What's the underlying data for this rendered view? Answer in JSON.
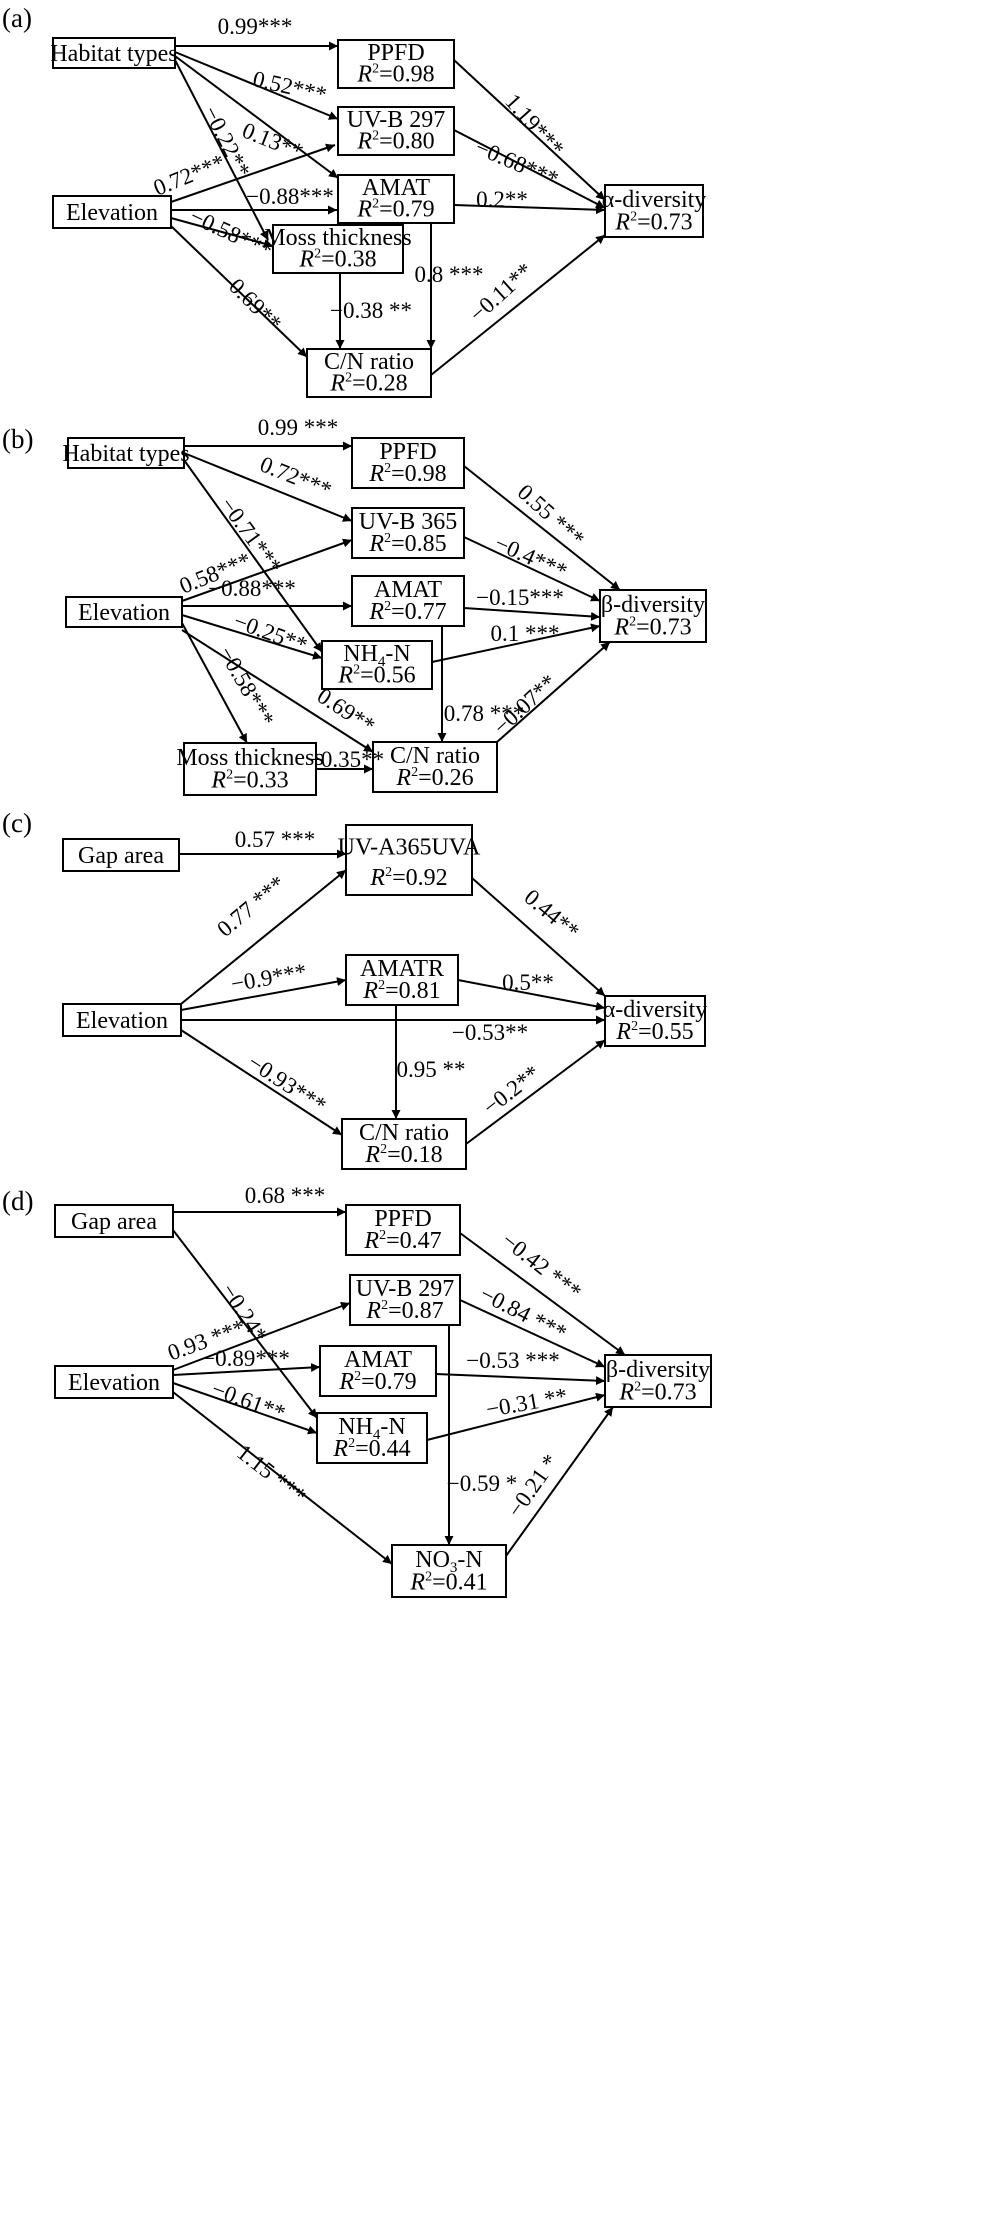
{
  "panels": [
    {
      "label": "(a)",
      "nodes": [
        {
          "id": "habitat",
          "name": "Habitat types",
          "r2": ""
        },
        {
          "id": "elev",
          "name": "Elevation",
          "r2": ""
        },
        {
          "id": "ppfd",
          "name": "PPFD",
          "r2": "=0.98"
        },
        {
          "id": "uvb",
          "name": "UV-B 297",
          "r2": "=0.80"
        },
        {
          "id": "amat",
          "name": "AMAT",
          "r2": "=0.79"
        },
        {
          "id": "moss",
          "name": "Moss thickness",
          "r2": "=0.38"
        },
        {
          "id": "cn",
          "name": "C/N ratio",
          "r2": "=0.28"
        },
        {
          "id": "div",
          "name": "α-diversity",
          "r2": "=0.73"
        }
      ],
      "edges": [
        {
          "from": "habitat",
          "to": "ppfd",
          "label": "0.99***"
        },
        {
          "from": "habitat",
          "to": "uvb",
          "label": "0.52***"
        },
        {
          "from": "habitat",
          "to": "amat",
          "label": "0.13**"
        },
        {
          "from": "habitat",
          "to": "moss",
          "label": "−0.22**"
        },
        {
          "from": "elev",
          "to": "uvb",
          "label": "0.72***"
        },
        {
          "from": "elev",
          "to": "amat",
          "label": "−0.88***"
        },
        {
          "from": "elev",
          "to": "moss",
          "label": "−0.58***"
        },
        {
          "from": "elev",
          "to": "cn",
          "label": "0.69**"
        },
        {
          "from": "ppfd",
          "to": "div",
          "label": "1.19***"
        },
        {
          "from": "uvb",
          "to": "div",
          "label": "−0.68***"
        },
        {
          "from": "amat",
          "to": "div",
          "label": "0.2**"
        },
        {
          "from": "amat",
          "to": "cn",
          "label": "0.8 ***"
        },
        {
          "from": "moss",
          "to": "cn",
          "label": "−0.38 **"
        },
        {
          "from": "cn",
          "to": "div",
          "label": "−0.11**"
        }
      ]
    },
    {
      "label": "(b)",
      "nodes": [
        {
          "id": "habitat",
          "name": "Habitat types",
          "r2": ""
        },
        {
          "id": "elev",
          "name": "Elevation",
          "r2": ""
        },
        {
          "id": "ppfd",
          "name": "PPFD",
          "r2": "=0.98"
        },
        {
          "id": "uvb",
          "name": "UV-B 365",
          "r2": "=0.85"
        },
        {
          "id": "amat",
          "name": "AMAT",
          "r2": "=0.77"
        },
        {
          "id": "nh4",
          "name": "NH",
          "sub": "4",
          "tail": "-N",
          "r2": "=0.56"
        },
        {
          "id": "moss",
          "name": "Moss thickness",
          "r2": "=0.33"
        },
        {
          "id": "cn",
          "name": "C/N ratio",
          "r2": "=0.26"
        },
        {
          "id": "div",
          "name": "β-diversity",
          "r2": "=0.73"
        }
      ],
      "edges": [
        {
          "from": "habitat",
          "to": "ppfd",
          "label": "0.99 ***"
        },
        {
          "from": "habitat",
          "to": "uvb",
          "label": "0.72***"
        },
        {
          "from": "habitat",
          "to": "nh4",
          "label": "−0.71***"
        },
        {
          "from": "elev",
          "to": "uvb",
          "label": "0.58***"
        },
        {
          "from": "elev",
          "to": "amat",
          "label": "−0.88***"
        },
        {
          "from": "elev",
          "to": "nh4",
          "label": "−0.25**"
        },
        {
          "from": "elev",
          "to": "moss",
          "label": "−0.58***"
        },
        {
          "from": "elev",
          "to": "cn",
          "label": "0.69**"
        },
        {
          "from": "ppfd",
          "to": "div",
          "label": "0.55 ***"
        },
        {
          "from": "uvb",
          "to": "div",
          "label": "−0.4***"
        },
        {
          "from": "amat",
          "to": "div",
          "label": "−0.15***"
        },
        {
          "from": "nh4",
          "to": "div",
          "label": "0.1 ***"
        },
        {
          "from": "amat",
          "to": "cn",
          "label": "0.78 ***"
        },
        {
          "from": "moss",
          "to": "cn",
          "label": "−0.35**"
        },
        {
          "from": "cn",
          "to": "div",
          "label": "−0.07**"
        }
      ]
    },
    {
      "label": "(c)",
      "nodes": [
        {
          "id": "gap",
          "name": "Gap area",
          "r2": ""
        },
        {
          "id": "elev",
          "name": "Elevation",
          "r2": ""
        },
        {
          "id": "uva",
          "name": "UV-A365UVA",
          "r2": "=0.92"
        },
        {
          "id": "amatr",
          "name": "AMATR",
          "r2": "=0.81"
        },
        {
          "id": "cn",
          "name": "C/N ratio",
          "r2": "=0.18"
        },
        {
          "id": "div",
          "name": "α-diversity",
          "r2": "=0.55"
        }
      ],
      "edges": [
        {
          "from": "gap",
          "to": "uva",
          "label": "0.57 ***"
        },
        {
          "from": "elev",
          "to": "uva",
          "label": "0.77 ***"
        },
        {
          "from": "elev",
          "to": "amatr",
          "label": "−0.9***"
        },
        {
          "from": "elev",
          "to": "div",
          "label": "−0.53**"
        },
        {
          "from": "elev",
          "to": "cn",
          "label": "−0.93***"
        },
        {
          "from": "uva",
          "to": "div",
          "label": "0.44**"
        },
        {
          "from": "amatr",
          "to": "div",
          "label": "0.5**"
        },
        {
          "from": "amatr",
          "to": "cn",
          "label": "0.95 **"
        },
        {
          "from": "cn",
          "to": "div",
          "label": "−0.2**"
        }
      ]
    },
    {
      "label": "(d)",
      "nodes": [
        {
          "id": "gap",
          "name": "Gap area",
          "r2": ""
        },
        {
          "id": "elev",
          "name": "Elevation",
          "r2": ""
        },
        {
          "id": "ppfd",
          "name": "PPFD",
          "r2": "=0.47"
        },
        {
          "id": "uvb",
          "name": "UV-B 297",
          "r2": "=0.87"
        },
        {
          "id": "amat",
          "name": "AMAT",
          "r2": "=0.79"
        },
        {
          "id": "nh4",
          "name": "NH",
          "sub": "4",
          "tail": "-N",
          "r2": "=0.44"
        },
        {
          "id": "no3",
          "name": "NO",
          "sub": "3",
          "tail": "-N",
          "r2": "=0.41"
        },
        {
          "id": "div",
          "name": "β-diversity",
          "r2": "=0.73"
        }
      ],
      "edges": [
        {
          "from": "gap",
          "to": "ppfd",
          "label": "0.68 ***"
        },
        {
          "from": "gap",
          "to": "nh4",
          "label": "−0.24*"
        },
        {
          "from": "elev",
          "to": "uvb",
          "label": "0.93 ***"
        },
        {
          "from": "elev",
          "to": "amat",
          "label": "−0.89***"
        },
        {
          "from": "elev",
          "to": "nh4",
          "label": "−0.61**"
        },
        {
          "from": "elev",
          "to": "no3",
          "label": "1.15 ***"
        },
        {
          "from": "ppfd",
          "to": "div",
          "label": "−0.42 ***"
        },
        {
          "from": "uvb",
          "to": "div",
          "label": "−0.84 ***"
        },
        {
          "from": "amat",
          "to": "div",
          "label": "−0.53 ***"
        },
        {
          "from": "nh4",
          "to": "div",
          "label": "−0.31 **"
        },
        {
          "from": "uvb",
          "to": "no3",
          "label": "−0.59 *"
        },
        {
          "from": "no3",
          "to": "div",
          "label": "−0.21 *"
        }
      ]
    }
  ]
}
